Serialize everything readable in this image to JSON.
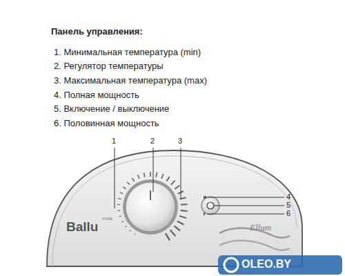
{
  "diagram": {
    "title": "Панель управления:",
    "labels": [
      "1. Минимальная температура (min)",
      "2. Регулятор температуры",
      "3. Максимальная температура (max)",
      "4. Полная мощность",
      "5. Включение / выключение",
      "6. Половинная мощность",
      "1",
      "2",
      "3",
      "4",
      "5",
      "6",
      "Ballu",
      "HOME",
      "Ellum",
      "OLEO.BY"
    ]
  }
}
